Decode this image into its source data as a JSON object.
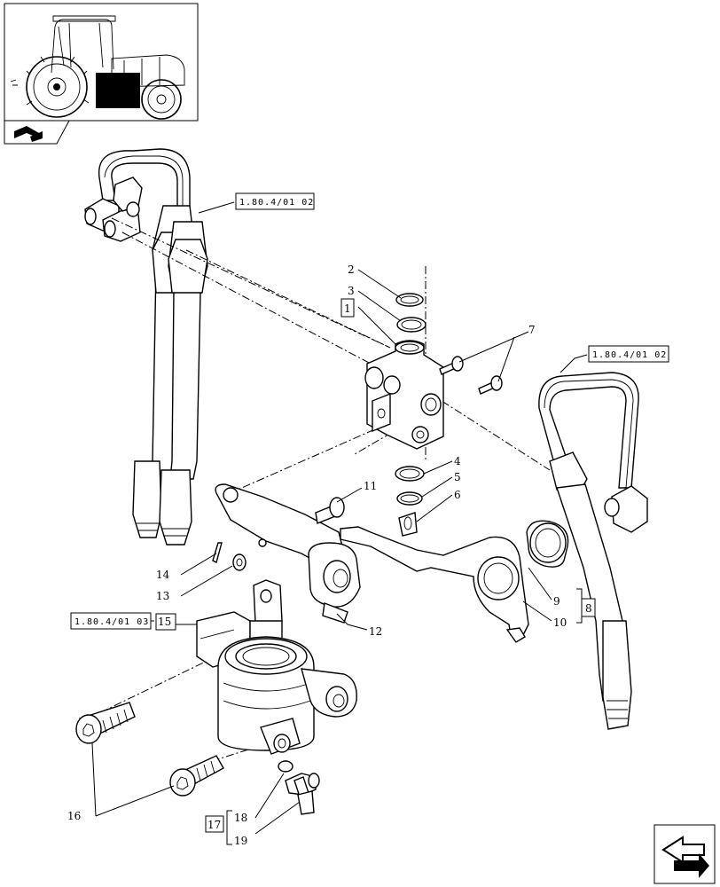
{
  "callouts": {
    "c1": "1",
    "c2": "2",
    "c3": "3",
    "c4": "4",
    "c5": "5",
    "c6": "6",
    "c7": "7",
    "c8": "8",
    "c9": "9",
    "c10": "10",
    "c11": "11",
    "c12": "12",
    "c13": "13",
    "c14": "14",
    "c15": "15",
    "c16": "16",
    "c17": "17",
    "c18": "18",
    "c19": "19"
  },
  "references": {
    "ref_left_top": "1.80.4/01 02",
    "ref_right": "1.80.4/01 02",
    "ref_left_bottom": "1.80.4/01 03"
  },
  "icons": {
    "thumbnail": "tractor-location-thumbnail",
    "section": "section-arrow-icon",
    "navigation": "next-page-arrow-icon"
  }
}
